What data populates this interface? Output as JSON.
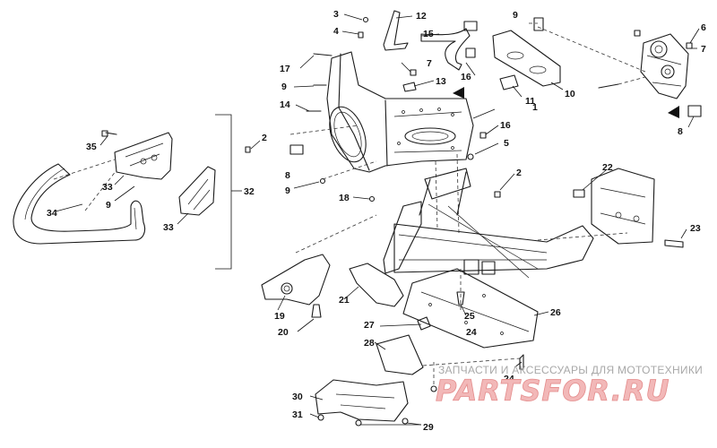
{
  "diagram": {
    "labels": [
      "1",
      "2",
      "2",
      "3",
      "4",
      "5",
      "6",
      "7",
      "7",
      "8",
      "8",
      "9",
      "9",
      "9",
      "9",
      "10",
      "11",
      "12",
      "13",
      "14",
      "15",
      "16",
      "16",
      "17",
      "18",
      "19",
      "20",
      "21",
      "22",
      "23",
      "24",
      "24",
      "25",
      "26",
      "27",
      "28",
      "29",
      "30",
      "31",
      "32",
      "33",
      "33",
      "34",
      "35"
    ]
  },
  "watermark": {
    "caption": "ЗАПЧАСТИ И АКСЕССУАРЫ ДЛЯ МОТОТЕХНИКИ",
    "brand": "PARTSFOR.RU"
  }
}
